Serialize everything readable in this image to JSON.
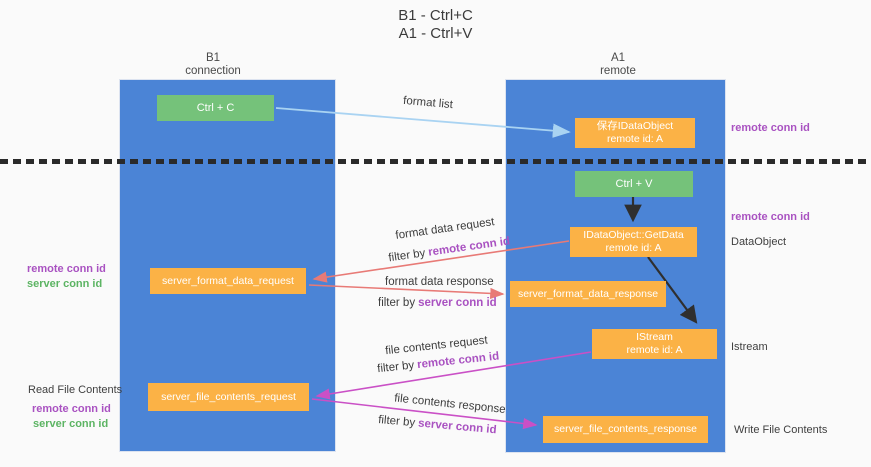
{
  "title": {
    "line1": "B1 - Ctrl+C",
    "line2": "A1 - Ctrl+V"
  },
  "columns": {
    "left": {
      "name": "B1",
      "subtitle": "connection"
    },
    "right": {
      "name": "A1",
      "subtitle": "remote"
    }
  },
  "boxes": {
    "ctrl_c": "Ctrl + C",
    "ctrl_v": "Ctrl + V",
    "save_dataobject": {
      "line1": "保存IDataObject",
      "line2": "remote id: A"
    },
    "getdata": {
      "line1": "IDataObject::GetData",
      "line2": "remote id: A"
    },
    "istream": {
      "line1": "IStream",
      "line2": "remote id: A"
    },
    "server_format_data_request": "server_format_data_request",
    "server_format_data_response": "server_format_data_response",
    "server_file_contents_request": "server_file_contents_request",
    "server_file_contents_response": "server_file_contents_response"
  },
  "arrow_labels": {
    "format_list": "format list",
    "format_data_request": "format data request",
    "format_data_response": "format data response",
    "file_contents_request": "file contents request",
    "file_contents_response": "file contents response",
    "filter_by": "filter by",
    "remote_conn_id": "remote conn id",
    "server_conn_id": "server conn id"
  },
  "side_labels": {
    "remote_conn_id": "remote conn id",
    "server_conn_id": "server conn id",
    "dataobject": "DataObject",
    "istream": "Istream",
    "read_file_contents": "Read File Contents",
    "write_file_contents": "Write File Contents"
  },
  "colors": {
    "lifeline_blue": "#4b84d6",
    "box_green": "#75c27a",
    "box_orange": "#fbb246",
    "label_purple": "#a952c1",
    "label_green": "#5cb463",
    "arrow_red": "#e87a76",
    "arrow_magenta": "#ca50c6",
    "arrow_lightblue": "#a9d3f2",
    "arrow_black": "#2f2f2f"
  }
}
